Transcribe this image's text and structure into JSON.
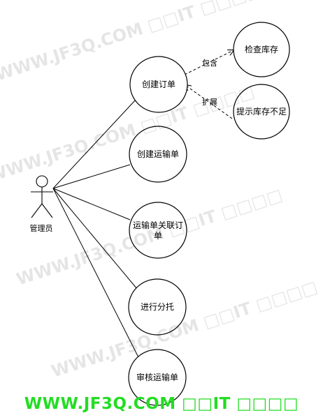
{
  "actor": {
    "label": "管理员"
  },
  "use_cases": [
    {
      "id": "create_order",
      "label_lines": [
        "创建订单"
      ]
    },
    {
      "id": "check_stock",
      "label_lines": [
        "检查库存"
      ]
    },
    {
      "id": "low_stock_alert",
      "label_lines": [
        "提示库存不足"
      ]
    },
    {
      "id": "create_waybill",
      "label_lines": [
        "创建运输单"
      ]
    },
    {
      "id": "link_waybill",
      "label_lines": [
        "运输单关联订",
        "单"
      ]
    },
    {
      "id": "dispatch",
      "label_lines": [
        "进行分托"
      ]
    },
    {
      "id": "review_waybill",
      "label_lines": [
        "审核运输单"
      ]
    }
  ],
  "relations": {
    "include": "包含",
    "extend": "扩展"
  },
  "watermark": {
    "text": "WWW.JF3Q.COM □□IT □□□□",
    "color": "#22dd22"
  }
}
